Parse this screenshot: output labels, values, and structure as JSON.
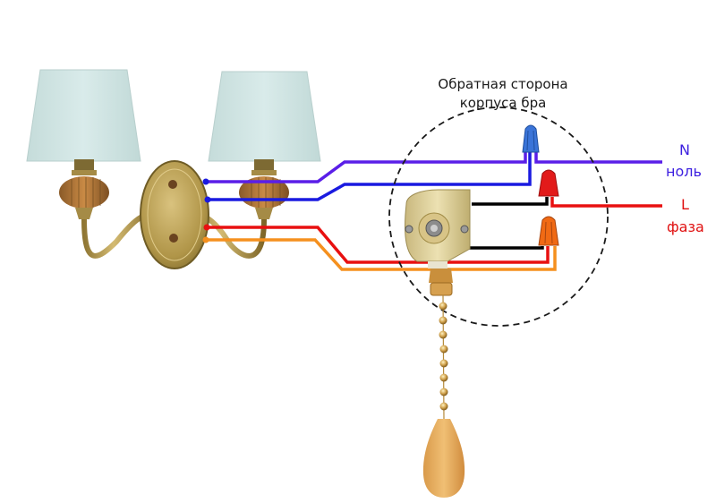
{
  "caption": {
    "line1": "Обратная сторона",
    "line2": "корпуса бра"
  },
  "terminals": {
    "neutral": {
      "letter": "N",
      "word": "ноль",
      "color": "#3c1fe0"
    },
    "phase": {
      "letter": "L",
      "word": "фаза",
      "color": "#e01010"
    }
  },
  "wire_colors": {
    "purple": "#5a1ee8",
    "blue": "#1a1ae0",
    "red": "#e81010",
    "orange": "#f5901e",
    "black": "#000000"
  },
  "connectors": [
    {
      "name": "blue-wire-nut",
      "color": "#3a74d8"
    },
    {
      "name": "red-wire-nut",
      "color": "#e21a1a"
    },
    {
      "name": "orange-wire-nut",
      "color": "#f06a14"
    }
  ],
  "components": {
    "lamp": "two-arm wall sconce with fabric shades",
    "switch": "pull-chain rotary switch",
    "pull": "wooden pull with bead chain"
  }
}
